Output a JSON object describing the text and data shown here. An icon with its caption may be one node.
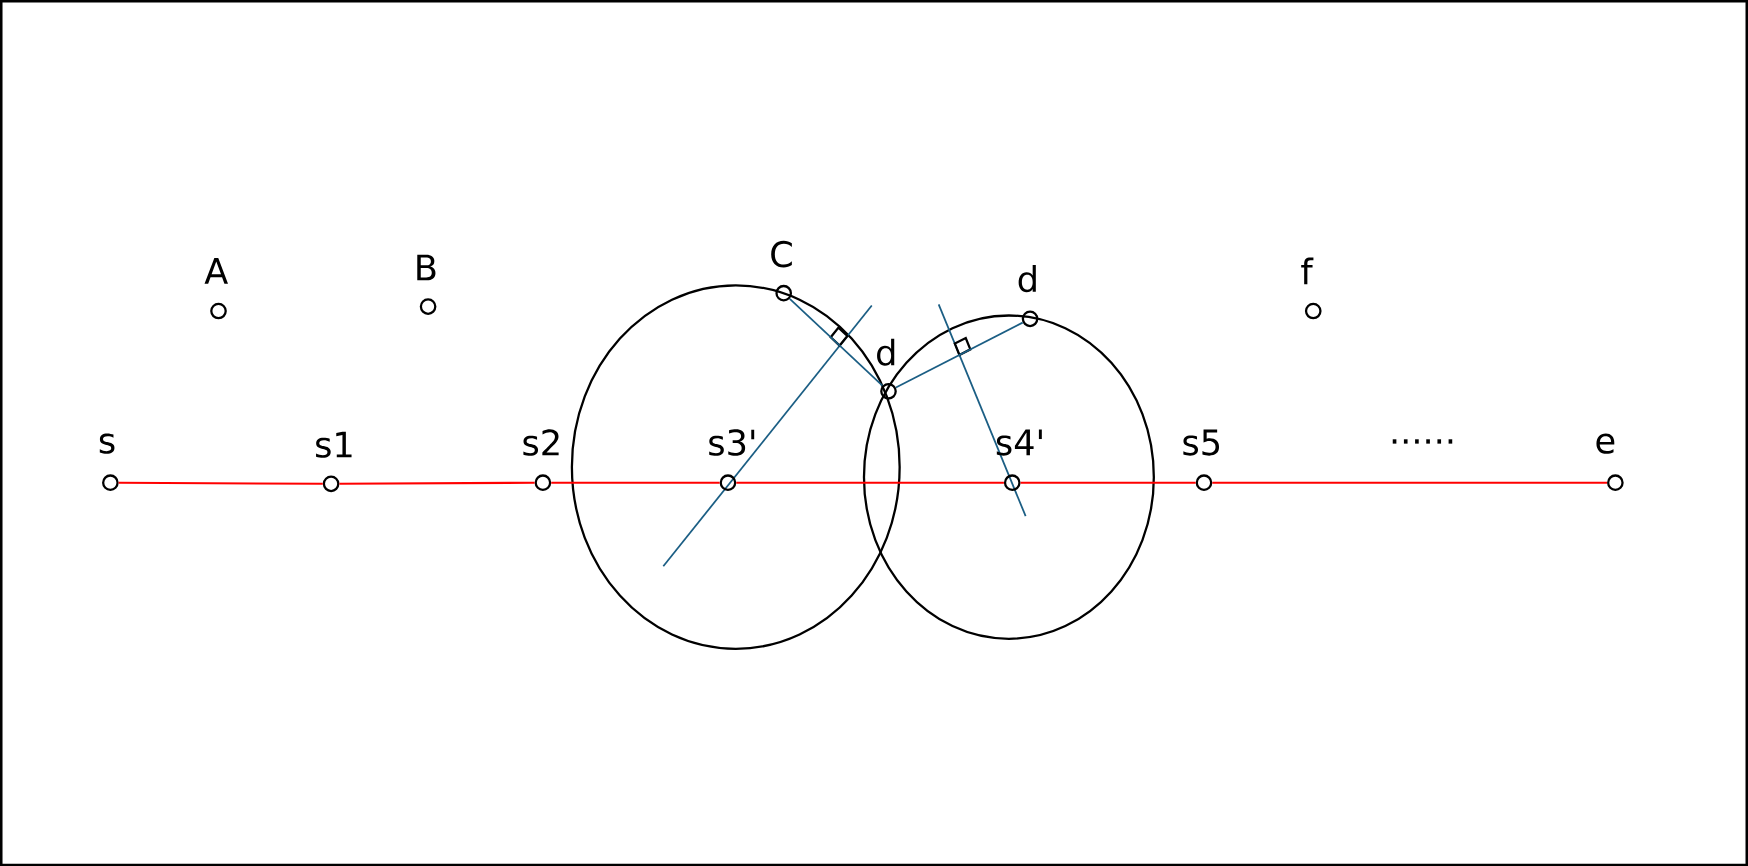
{
  "diagram": {
    "nodes": [
      {
        "text": [
          "A"
        ]
      },
      {
        "text": [
          "B"
        ]
      },
      {
        "text": [
          "C"
        ]
      },
      {
        "text": [
          "d"
        ]
      },
      {
        "text": [
          "d"
        ]
      },
      {
        "text": [
          "f"
        ]
      },
      {
        "text": [
          "s"
        ]
      },
      {
        "text": [
          "s1"
        ]
      },
      {
        "text": [
          "s2"
        ]
      },
      {
        "text": [
          "s3'"
        ]
      },
      {
        "text": [
          "s4'"
        ]
      },
      {
        "text": [
          "s5"
        ]
      },
      {
        "text": [
          "e"
        ]
      }
    ],
    "edges": [
      {
        "from": 6,
        "to": 7,
        "arrow": "none"
      },
      {
        "from": 7,
        "to": 8,
        "arrow": "none"
      },
      {
        "from": 8,
        "to": 9,
        "arrow": "none"
      },
      {
        "from": 9,
        "to": 10,
        "arrow": "none"
      },
      {
        "from": 10,
        "to": 11,
        "arrow": "none"
      },
      {
        "from": 11,
        "to": 12,
        "arrow": "none"
      },
      {
        "from": 2,
        "to": 3,
        "arrow": "none",
        "color": "#1b5e84"
      },
      {
        "from": 3,
        "to": 4,
        "arrow": "none",
        "color": "#1b5e84"
      }
    ],
    "labels": [
      "......"
    ]
  }
}
